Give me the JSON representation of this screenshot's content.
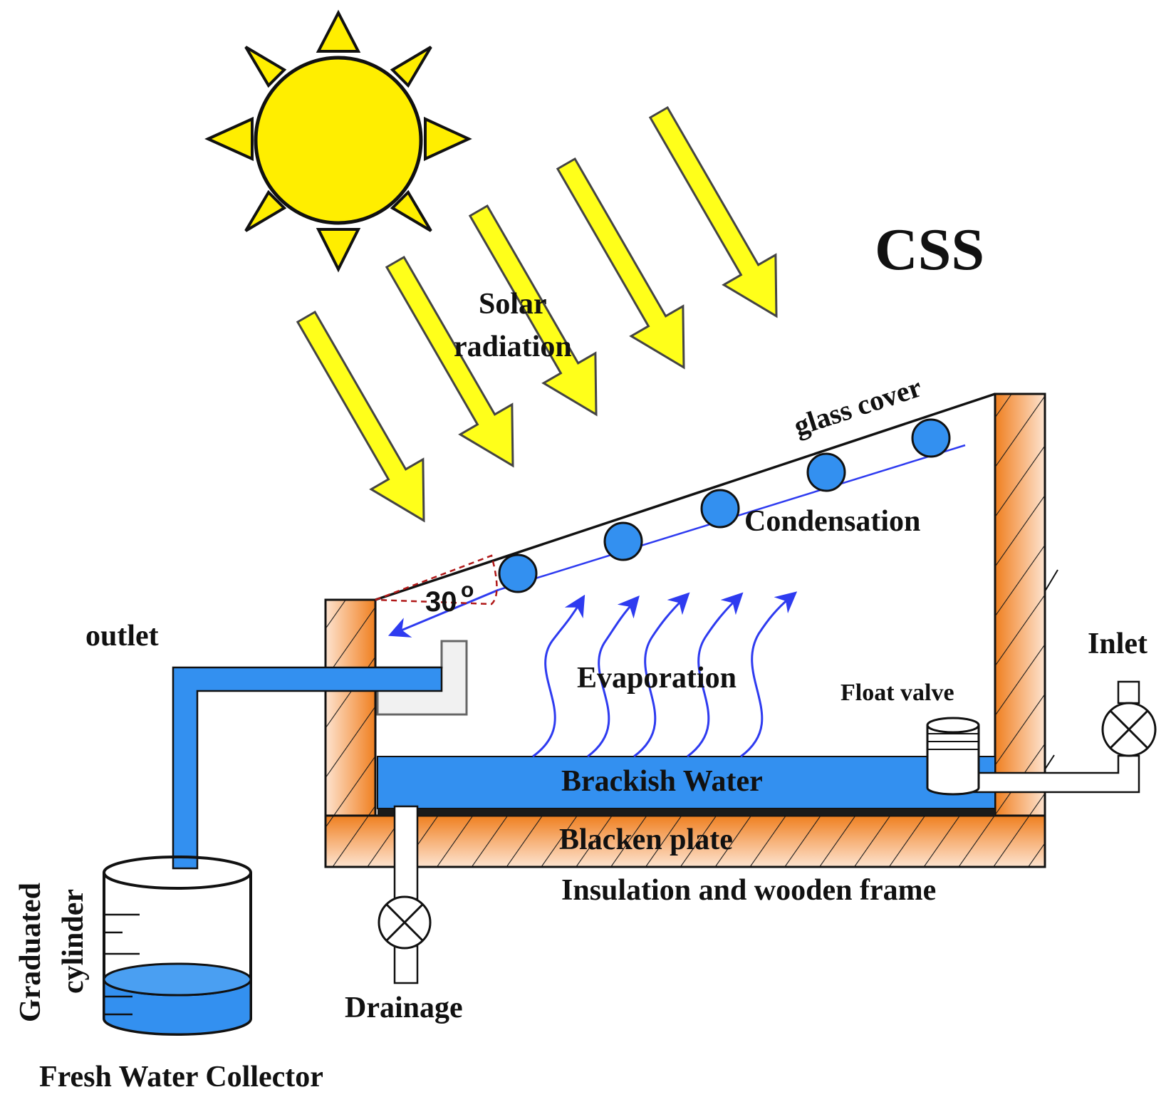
{
  "title": "CSS",
  "labels": {
    "solar_radiation_line1": "Solar",
    "solar_radiation_line2": "radiation",
    "glass_cover": "glass cover",
    "condensation": "Condensation",
    "angle_value": "30",
    "angle_unit": "o",
    "outlet": "outlet",
    "evaporation": "Evaporation",
    "float_valve": "Float valve",
    "inlet": "Inlet",
    "brackish_water": "Brackish Water",
    "blacken_plate": "Blacken plate",
    "insulation_frame": "Insulation and wooden frame",
    "drainage": "Drainage",
    "graduated_cylinder_line1": "Graduated",
    "graduated_cylinder_line2": "cylinder",
    "fresh_water_collector": "Fresh Water Collector"
  },
  "colors": {
    "sun": "#ffee00",
    "rays": "#ffff1a",
    "water": "#3390f0",
    "wood": "#f08c2a",
    "arrow_blue": "#2e3bf0",
    "angle_dash": "#b01818"
  }
}
